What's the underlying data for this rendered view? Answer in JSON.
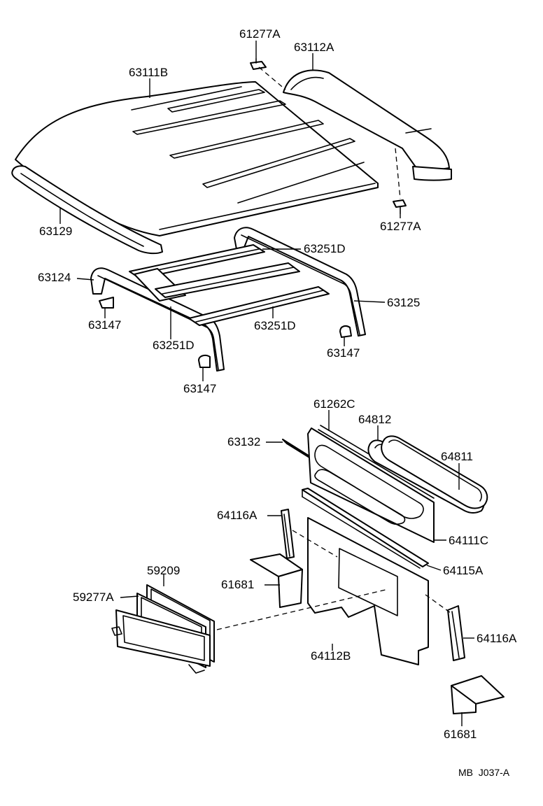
{
  "labels": {
    "p61277A_top": "61277A",
    "p63112A": "63112A",
    "p63111B": "63111B",
    "p61277A_bottom": "61277A",
    "p63129": "63129",
    "p63251D_top": "63251D",
    "p63124": "63124",
    "p63125": "63125",
    "p63147_left": "63147",
    "p63251D_mid": "63251D",
    "p63251D_left": "63251D",
    "p63147_right": "63147",
    "p63147_bottom": "63147",
    "p61262C": "61262C",
    "p64812": "64812",
    "p63132": "63132",
    "p64811": "64811",
    "p64116A_left": "64116A",
    "p64111C": "64111C",
    "p59209": "59209",
    "p64115A": "64115A",
    "p61681_left": "61681",
    "p59277A": "59277A",
    "p64116A_right": "64116A",
    "p64112B": "64112B",
    "p61681_right": "61681"
  },
  "footer": {
    "diagram_code": "MB  J037-A"
  }
}
